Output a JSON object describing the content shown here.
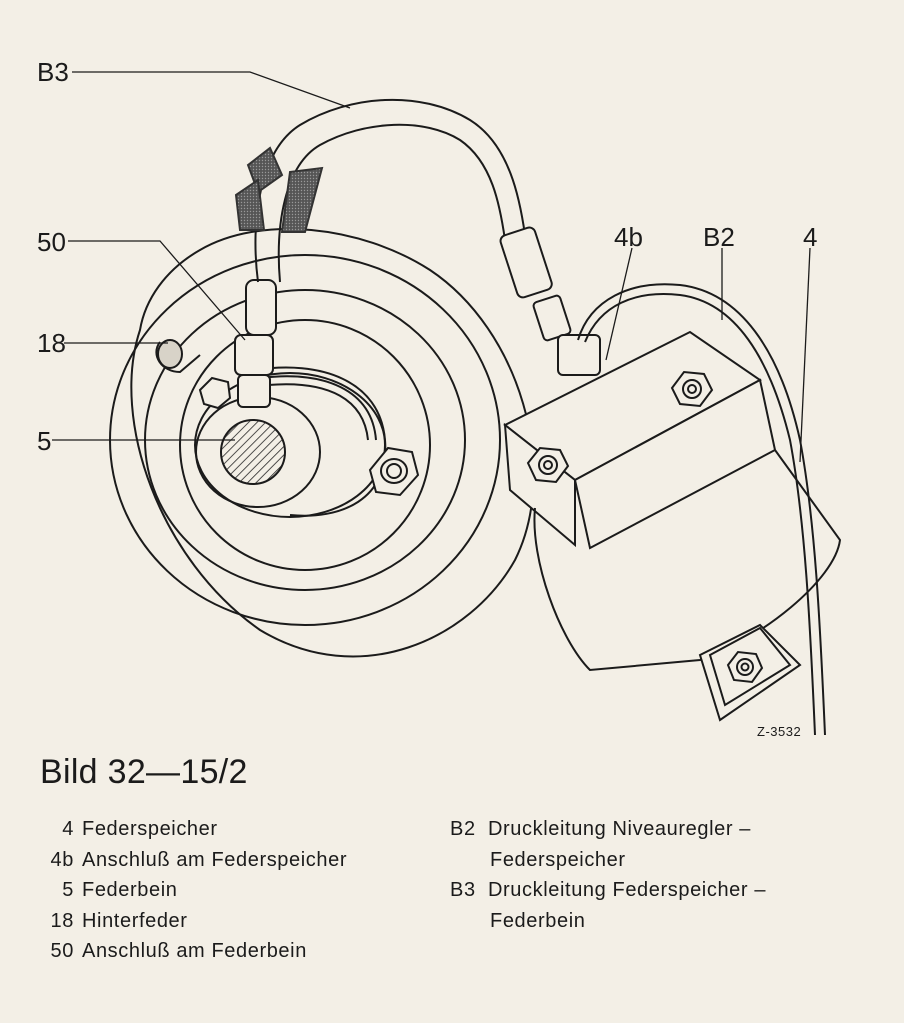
{
  "callouts": {
    "b3": "B3",
    "n50": "50",
    "n18": "18",
    "n5": "5",
    "n4b": "4b",
    "b2": "B2",
    "n4": "4"
  },
  "ref_code": "Z-3532",
  "figure_title": "Bild 32—15/2",
  "legend_left": [
    {
      "num": "4",
      "text": "Federspeicher"
    },
    {
      "num": "4b",
      "text": "Anschluß am Federspeicher"
    },
    {
      "num": "5",
      "text": "Federbein"
    },
    {
      "num": "18",
      "text": "Hinterfeder"
    },
    {
      "num": "50",
      "text": "Anschluß am Federbein"
    }
  ],
  "legend_right": [
    {
      "num": "B2",
      "text": "Druckleitung  Niveauregler –",
      "cont": "Federspeicher"
    },
    {
      "num": "B3",
      "text": "Druckleitung  Federspeicher –",
      "cont": "Federbein"
    }
  ]
}
